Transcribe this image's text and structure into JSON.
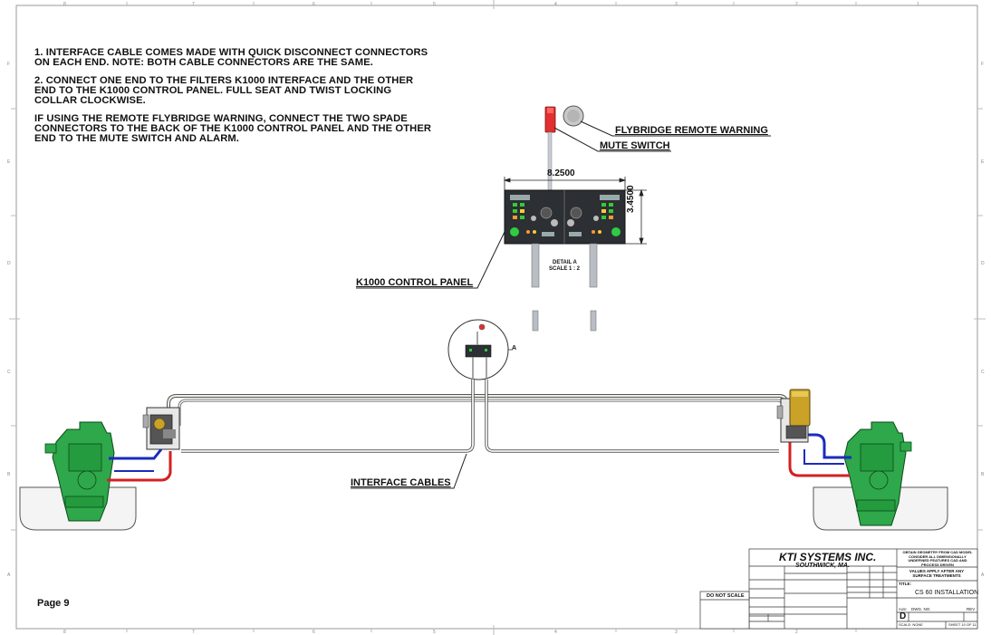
{
  "notes": [
    "1. INTERFACE CABLE COMES MADE WITH QUICK DISCONNECT CONNECTORS ON EACH END.  NOTE: BOTH CABLE CONNECTORS ARE THE SAME.",
    "2. CONNECT ONE END TO THE FILTERS K1000 INTERFACE AND THE OTHER END TO THE K1000 CONTROL PANEL.  FULL SEAT AND TWIST LOCKING COLLAR CLOCKWISE.",
    "IF USING THE REMOTE FLYBRIDGE WARNING, CONNECT THE TWO SPADE CONNECTORS TO THE BACK OF THE K1000 CONTROL PANEL AND THE OTHER END TO THE MUTE SWITCH AND ALARM."
  ],
  "labels": {
    "flybridge": "FLYBRIDGE REMOTE WARNING",
    "mute": "MUTE SWITCH",
    "control_panel": "K1000 CONTROL PANEL",
    "interface_cables": "INTERFACE CABLES",
    "detail_line1": "DETAIL A",
    "detail_line2": "SCALE 1 : 2",
    "detail_marker": "A"
  },
  "dimensions": {
    "width": "8.2500",
    "height": "3.4500"
  },
  "page": "Page 9",
  "title_block": {
    "company": "KTI SYSTEMS INC.",
    "location": "SOUTHWICK, MA.",
    "do_not_scale": "DO NOT SCALE",
    "title_label": "TITLE:",
    "title": "CS 60 INSTALLATION",
    "size_label": "SIZE",
    "size": "D",
    "dwg_label": "DWG.  NO.",
    "rev_label": "REV",
    "scale_label": "SCALE: NONE",
    "sheet_label": "SHEET 10 OF 11",
    "values_note": "VALUES APPLY AFTER ANY SURFACE TREATMENTS",
    "geometry_note": "OBTAIN GEOMETRY FROM CAD MODEL CONSIDER ALL DIMENSIONALLY UNDEFINED FEATURES CAD AND PROCESS DRIVEN"
  },
  "margin_zones": {
    "top": [
      "8",
      "7",
      "6",
      "5",
      "4",
      "3",
      "2",
      "1"
    ],
    "left": [
      "F",
      "E",
      "D",
      "C",
      "B",
      "A"
    ]
  },
  "colors": {
    "engine_green": "#2ea84a",
    "cable_red": "#d42020",
    "cable_blue": "#1a2bbf",
    "filter_brass": "#c9a227"
  }
}
